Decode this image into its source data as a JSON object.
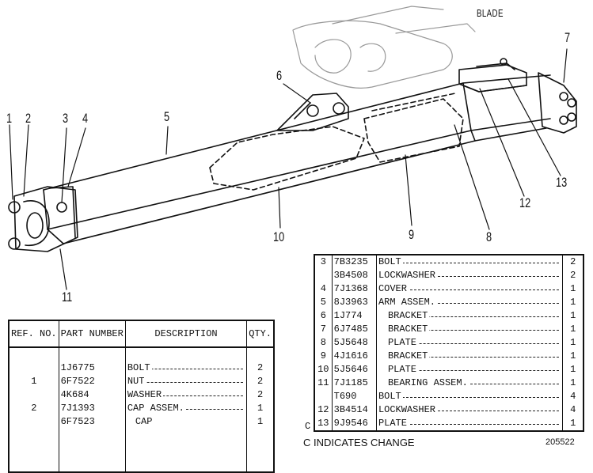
{
  "drawing": {
    "caption": "BLADE",
    "callouts": [
      "1",
      "2",
      "3",
      "4",
      "5",
      "6",
      "7",
      "8",
      "9",
      "10",
      "11",
      "12",
      "13"
    ]
  },
  "left_table": {
    "headers": {
      "ref": "REF. NO.",
      "part": "PART NUMBER",
      "desc": "DESCRIPTION",
      "qty": "QTY."
    },
    "rows": [
      {
        "ref": "",
        "part": "1J6775",
        "desc": "BOLT",
        "qty": "2"
      },
      {
        "ref": "1",
        "part": "6F7522",
        "desc": "NUT",
        "qty": "2"
      },
      {
        "ref": "",
        "part": "4K684",
        "desc": "WASHER",
        "qty": "2"
      },
      {
        "ref": "2",
        "part": "7J1393",
        "desc": "CAP ASSEM.",
        "qty": "1"
      },
      {
        "ref": "",
        "part": "6F7523",
        "desc": "CAP",
        "qty": "1"
      }
    ]
  },
  "right_table": {
    "rows": [
      {
        "mark": "",
        "ref": "3",
        "part": "7B3235",
        "desc": "BOLT",
        "qty": "2"
      },
      {
        "mark": "",
        "ref": "",
        "part": "3B4508",
        "desc": "LOCKWASHER",
        "qty": "2"
      },
      {
        "mark": "",
        "ref": "4",
        "part": "7J1368",
        "desc": "COVER",
        "qty": "1"
      },
      {
        "mark": "",
        "ref": "5",
        "part": "8J3963",
        "desc": "ARM ASSEM.",
        "qty": "1"
      },
      {
        "mark": "",
        "ref": "6",
        "part": "1J774",
        "desc": "BRACKET",
        "qty": "1"
      },
      {
        "mark": "",
        "ref": "7",
        "part": "6J7485",
        "desc": "BRACKET",
        "qty": "1"
      },
      {
        "mark": "",
        "ref": "8",
        "part": "5J5648",
        "desc": "PLATE",
        "qty": "1"
      },
      {
        "mark": "",
        "ref": "9",
        "part": "4J1616",
        "desc": "BRACKET",
        "qty": "1"
      },
      {
        "mark": "",
        "ref": "10",
        "part": "5J5646",
        "desc": "PLATE",
        "qty": "1"
      },
      {
        "mark": "",
        "ref": "11",
        "part": "7J1185",
        "desc": "BEARING ASSEM.",
        "qty": "1"
      },
      {
        "mark": "",
        "ref": "",
        "part": "T690",
        "desc": "BOLT",
        "qty": "4"
      },
      {
        "mark": "",
        "ref": "12",
        "part": "3B4514",
        "desc": "LOCKWASHER",
        "qty": "4"
      },
      {
        "mark": "C",
        "ref": "13",
        "part": "9J9546",
        "desc": "PLATE",
        "qty": "1"
      }
    ]
  },
  "footer": {
    "change_note": "C INDICATES CHANGE",
    "code": "205522"
  }
}
